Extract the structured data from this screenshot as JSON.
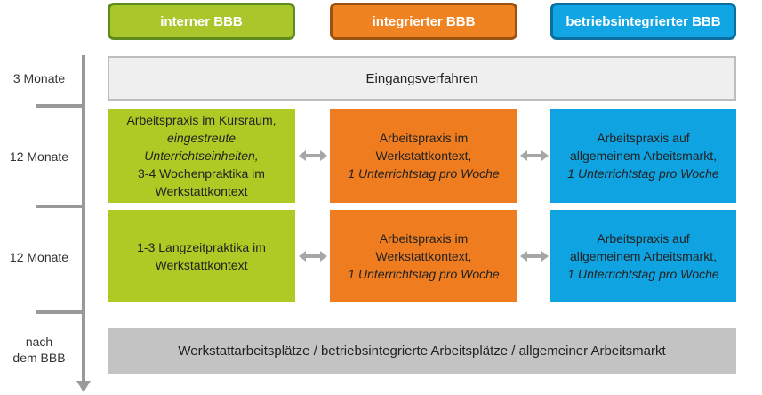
{
  "headers": {
    "internal": "interner BBB",
    "integrated": "integrierter BBB",
    "company": "betriebsintegrierter BBB"
  },
  "timeline": {
    "phase1": "3 Monate",
    "phase2": "12 Monate",
    "phase3": "12 Monate",
    "after_line1": "nach",
    "after_line2": "dem BBB"
  },
  "entry": "Eingangsverfahren",
  "row1": {
    "internal": {
      "line1": "Arbeitspraxis im Kursraum,",
      "line2": "eingestreute",
      "line3": "Unterrichtseinheiten,",
      "line4": "3-4 Wochenpraktika im",
      "line5": "Werkstattkontext"
    },
    "integrated": {
      "line1": "Arbeitspraxis im",
      "line2": "Werkstattkontext,",
      "line3": "1 Unterrichtstag pro Woche"
    },
    "company": {
      "line1": "Arbeitspraxis auf",
      "line2": "allgemeinem Arbeitsmarkt,",
      "line3": "1 Unterrichtstag pro Woche"
    }
  },
  "row2": {
    "internal": {
      "line1": "1-3 Langzeitpraktika im",
      "line2": "Werkstattkontext"
    },
    "integrated": {
      "line1": "Arbeitspraxis im",
      "line2": "Werkstattkontext,",
      "line3": "1 Unterrichtstag pro Woche"
    },
    "company": {
      "line1": "Arbeitspraxis auf",
      "line2": "allgemeinem Arbeitsmarkt,",
      "line3": "1 Unterrichtstag pro Woche"
    }
  },
  "outcome": "Werkstattarbeitsplätze / betriebsintegrierte Arbeitsplätze / allgemeiner Arbeitsmarkt",
  "colors": {
    "green": "#b0ca25",
    "orange": "#ef7d1f",
    "blue": "#0fa3e2",
    "arrow": "#a6a6a6",
    "timeline": "#999999"
  }
}
